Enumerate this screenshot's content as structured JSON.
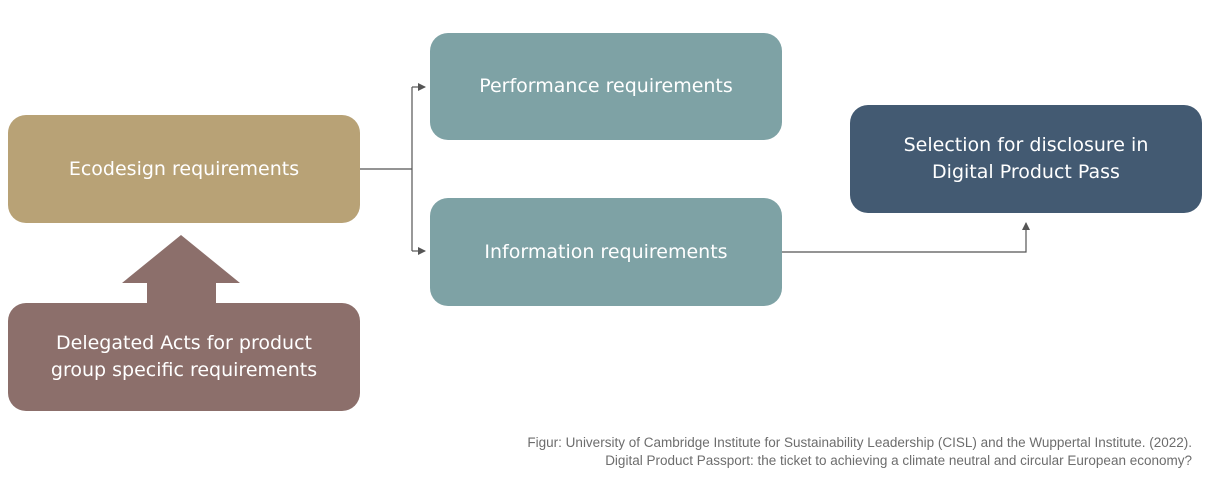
{
  "nodes": {
    "ecodesign": "Ecodesign requirements",
    "performance": "Performance requirements",
    "information": "Information requirements",
    "selection": "Selection for disclosure in\nDigital Product Pass",
    "delegated": "Delegated Acts for product\ngroup specific requirements"
  },
  "colors": {
    "ecodesign": "#b8a276",
    "requirements": "#7ea2a5",
    "selection": "#435a72",
    "delegated": "#8c6f6b",
    "connector": "#555555"
  },
  "caption": {
    "line1": "Figur: University of Cambridge Institute for Sustainability Leadership (CISL) and the Wuppertal Institute. (2022).",
    "line2": "Digital Product Passport: the ticket to achieving a climate neutral and circular European economy?"
  }
}
